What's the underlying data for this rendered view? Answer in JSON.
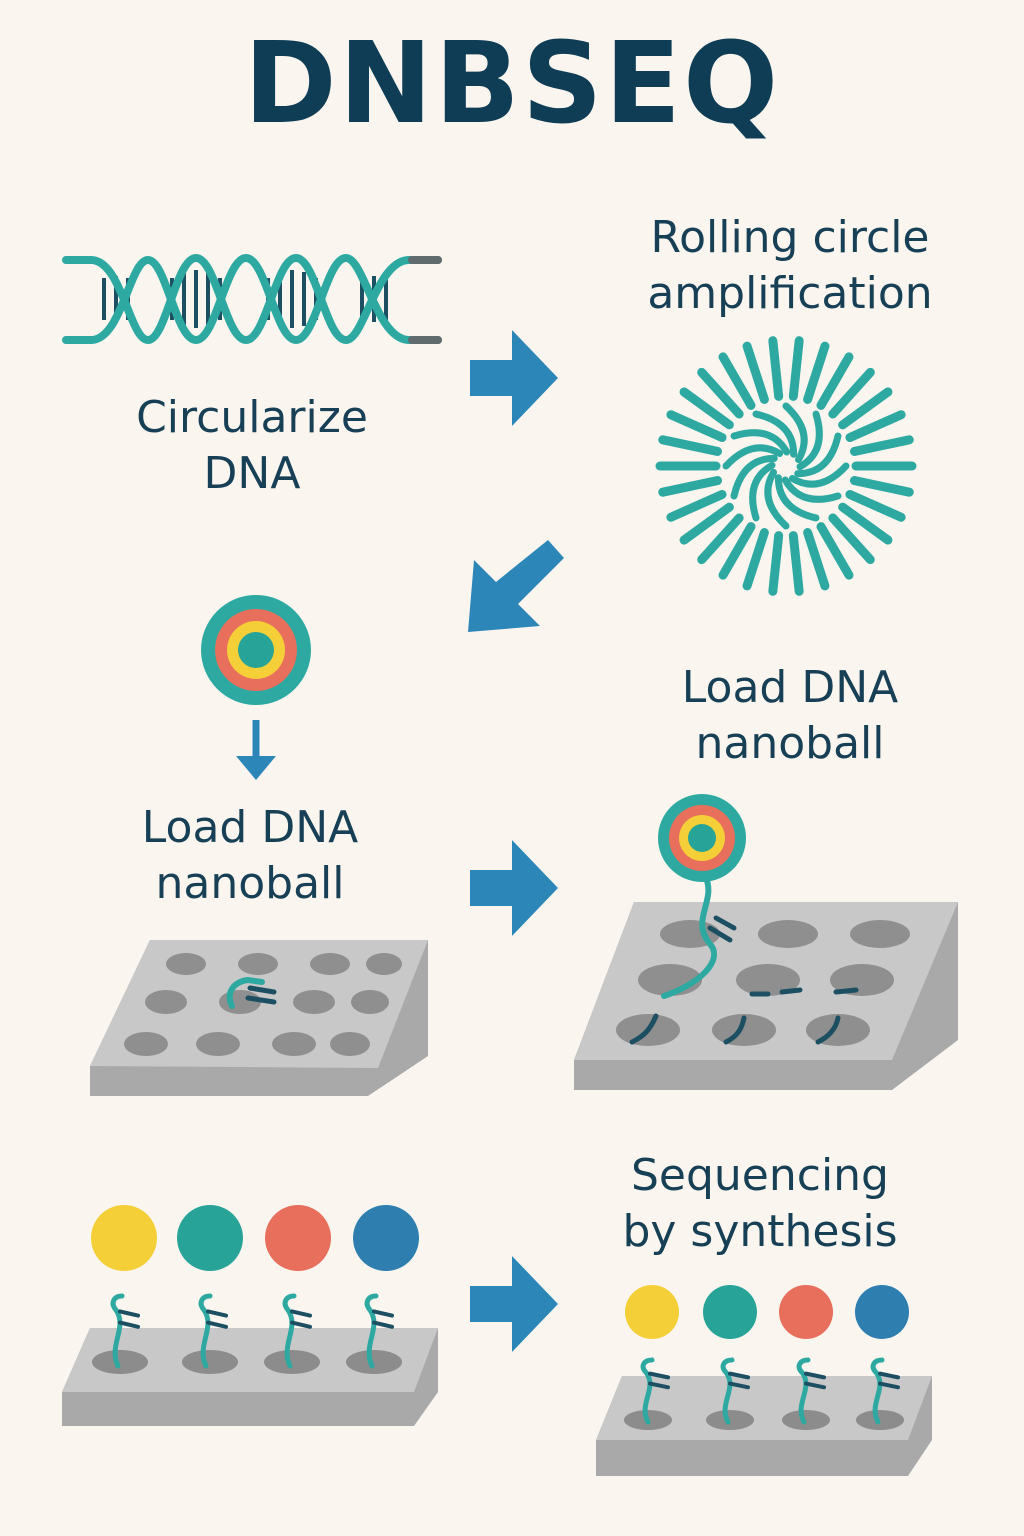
{
  "title": "DNBSEQ",
  "steps": {
    "circularize": {
      "line1": "Circularize",
      "line2": "DNA"
    },
    "rca": {
      "line1": "Rolling circle",
      "line2": "amplification"
    },
    "load_left": {
      "line1": "Load DNA",
      "line2": "nanoball"
    },
    "load_right": {
      "line1": "Load DNA",
      "line2": "nanoball"
    },
    "sbs": {
      "line1": "Sequencing",
      "line2": "by synthesis"
    }
  },
  "colors": {
    "background": "#faf6ef",
    "title": "#0f3d56",
    "dna_teal": "#2ea9a1",
    "arrow_blue": "#2d86b8",
    "nucleotide_yellow": "#f5cf37",
    "nucleotide_teal": "#27a497",
    "nucleotide_red": "#e86f5c",
    "nucleotide_blue": "#2e7fb0",
    "chip_gray": "#c9c9c9"
  }
}
